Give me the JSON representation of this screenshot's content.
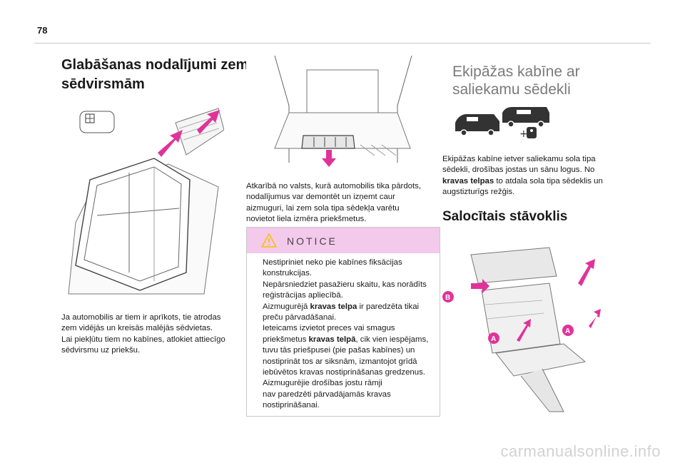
{
  "page_number": "78",
  "left_column": {
    "title_lines": [
      "Glabāšanas nodalījumi zem",
      "sēdvirsmām"
    ],
    "caption_lines": [
      "Ja automobilis ar tiem ir aprīkots, tie atrodas",
      "zem vidējās un kreisās malējās sēdvietas.",
      "Lai piekļūtu tiem no kabīnes, atlokiet attiecīgo",
      "sēdvirsmu uz priekšu."
    ]
  },
  "middle_column": {
    "caption_lines": [
      "Atkarībā no valsts, kurā automobilis tika pārdots,",
      "nodalījumus var demontēt un izņemt caur",
      "aizmuguri, lai zem sola tipa sēdekļa varētu",
      "novietot liela izmēra priekšmetus."
    ],
    "notice": {
      "title": "NOTICE",
      "lines": [
        "Nestipriniet neko pie kabīnes fiksācijas",
        "konstrukcijas.",
        "Nepārsniedziet pasažieru skaitu, kas norādīts",
        "reģistrācijas apliecībā.",
        "Aizmugurējā",
        "kravas telpa",
        "ir paredzēta tikai",
        "preču pārvadāšanai.",
        "Ieteicams izvietot preces vai smagus",
        "priekšmetus",
        "kravas telpā",
        ", cik vien iespējams,",
        "tuvu tās priešpusei (pie pašas kabīnes) un",
        "nostiprināt tos ar siksnām, izmantojot grīdā",
        "iebūvētos kravas nostiprināšanas gredzenus.",
        "Aizmugurējie drošības jostu rāmji",
        "nav paredzēti pārvadājamās kravas",
        "nostiprināšanai."
      ]
    }
  },
  "right_column": {
    "title_lines": [
      "Ekipāžas kabīne ar",
      "saliekamu sēdekli"
    ],
    "intro_lines": [
      "Ekipāžas kabīne ietver saliekamu sola tipa",
      "sēdekli, drošības jostas un sānu logus. No",
      "kravas telpas",
      "to atdala sola tipa sēdeklis un",
      "augstizturīgs režģis."
    ],
    "subtitle": "Salocītais stāvoklis",
    "labels": {
      "a1": "A",
      "a2": "A",
      "b": "B"
    }
  },
  "colors": {
    "accent_pink": "#e0339a",
    "notice_bg": "#f3c9ec",
    "icon_yellow": "#f5c400",
    "footer_gray": "#d2d2d2"
  },
  "footer": "carmanualsonline.info"
}
